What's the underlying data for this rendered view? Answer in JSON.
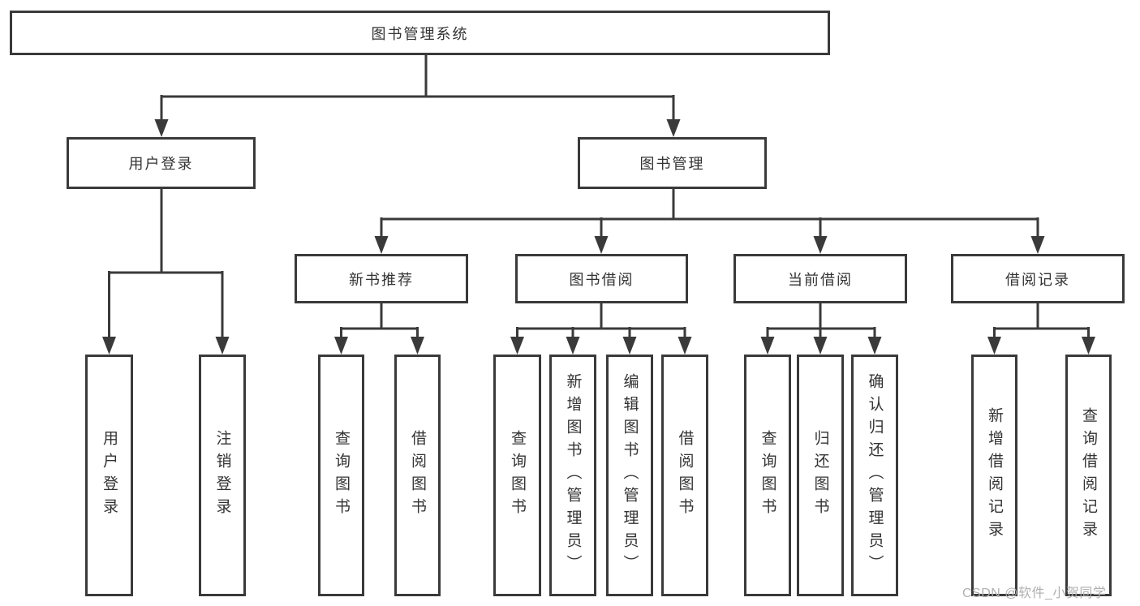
{
  "diagram": {
    "title_node": {
      "label": "图书管理系统"
    },
    "login_branch": {
      "label": "用户登录",
      "children": [
        {
          "label": "用户登录"
        },
        {
          "label": "注销登录"
        }
      ]
    },
    "mgmt_branch": {
      "label": "图书管理",
      "modules": [
        {
          "label": "新书推荐",
          "children": [
            {
              "label": "查询图书"
            },
            {
              "label": "借阅图书"
            }
          ]
        },
        {
          "label": "图书借阅",
          "children": [
            {
              "label": "查询图书"
            },
            {
              "label": "新增图书（管理员）"
            },
            {
              "label": "编辑图书（管理员）"
            },
            {
              "label": "借阅图书"
            }
          ]
        },
        {
          "label": "当前借阅",
          "children": [
            {
              "label": "查询图书"
            },
            {
              "label": "归还图书"
            },
            {
              "label": "确认归还（管理员）"
            }
          ]
        },
        {
          "label": "借阅记录",
          "children": [
            {
              "label": "新增借阅记录"
            },
            {
              "label": "查询借阅记录"
            }
          ]
        }
      ]
    },
    "watermark": {
      "text": "CSDN @软件_小贺同学"
    },
    "colors": {
      "line": "#3a3a3a",
      "text": "#333333",
      "watermark": "#b0b0b0",
      "background": "#ffffff"
    }
  }
}
